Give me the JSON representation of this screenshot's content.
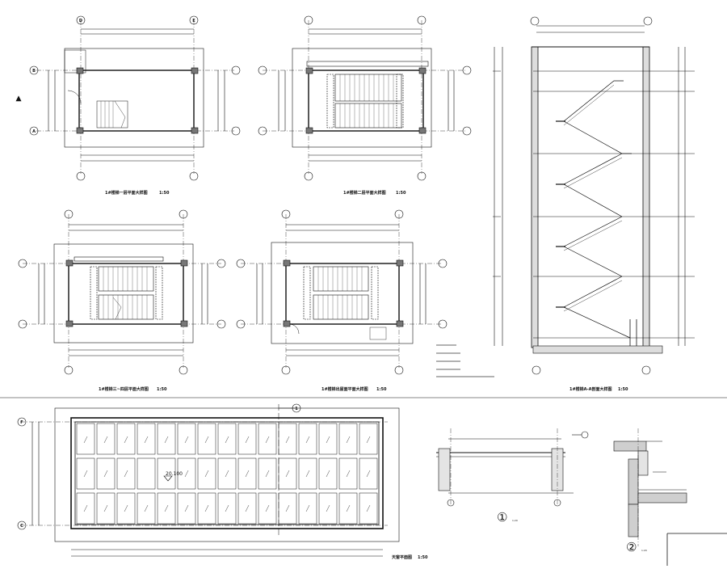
{
  "sheet": {
    "plans": [
      {
        "title": "1#楼梯一层平面大样图",
        "scale": "1:50"
      },
      {
        "title": "1#楼梯二层平面大样图",
        "scale": "1:50"
      },
      {
        "title": "1#楼梯三~四层平面大样图",
        "scale": "1:50"
      },
      {
        "title": "1#楼梯出屋面平面大样图",
        "scale": "1:50"
      }
    ],
    "section": {
      "title": "1#楼梯A-A剖面大样图",
      "scale": "1:50"
    },
    "skylight": {
      "title": "天窗平面图",
      "scale": "1:50",
      "grid": {
        "cols": 15,
        "rows": 3
      },
      "elevation": "20.100",
      "callout": "1"
    },
    "details": [
      {
        "mark": "①",
        "scale": "1:20"
      },
      {
        "mark": "②",
        "scale": "1:20"
      }
    ],
    "axes": {
      "a": "A",
      "b": "B",
      "c": "C",
      "d": "D",
      "e": "E",
      "f": "F"
    }
  }
}
